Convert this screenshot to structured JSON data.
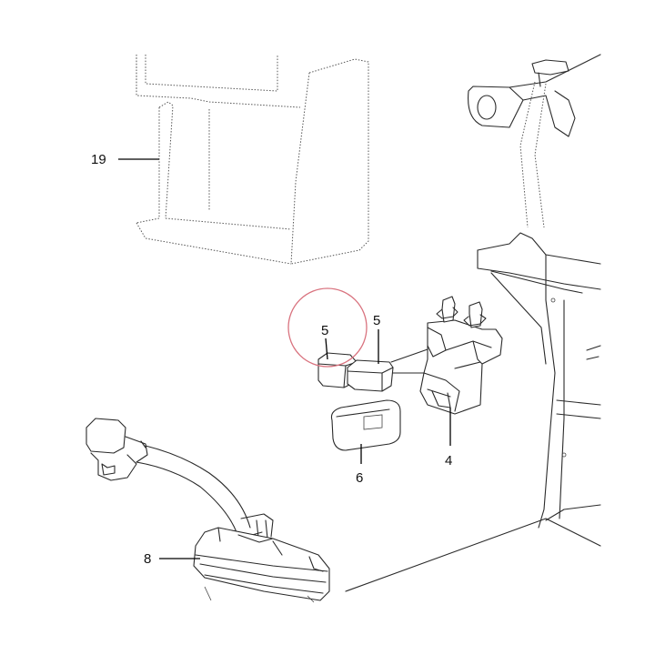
{
  "diagram": {
    "callouts": {
      "c19": "19",
      "c5_circled": "5",
      "c5": "5",
      "c4": "4",
      "c6": "6",
      "c8": "8"
    },
    "highlight_color": "#d9737f",
    "line_color": "#2a2a2a"
  }
}
